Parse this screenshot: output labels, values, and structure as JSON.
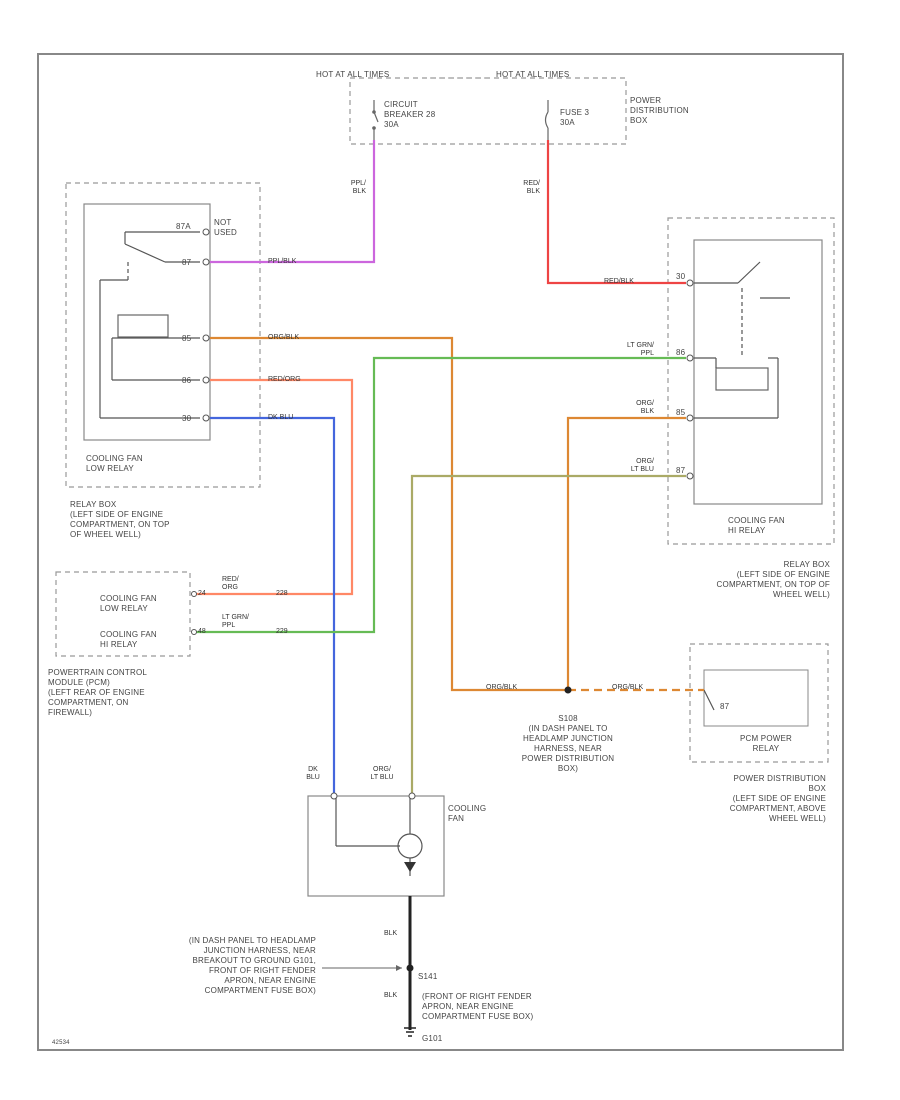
{
  "power": {
    "hot_1": "HOT AT ALL TIMES",
    "hot_2": "HOT AT ALL TIMES",
    "cb_label": "CIRCUIT\nBREAKER 28\n30A",
    "fuse_label": "FUSE 3\n30A",
    "pdb_label": "POWER\nDISTRIBUTION\nBOX"
  },
  "wires": {
    "ppl_blk_top": "PPL/\nBLK",
    "red_blk_top": "RED/\nBLK",
    "ppl_blk": "PPL/BLK",
    "red_blk": "RED/BLK",
    "org_blk": "ORG/BLK",
    "red_org": "RED/ORG",
    "dk_blu": "DK BLU",
    "lt_grn_ppl": "LT GRN/\nPPL",
    "org_blk_r": "ORG/\nBLK",
    "org_ltblu_r": "ORG/\nLT BLU",
    "red_org_pcm": "RED/\nORG",
    "ltgrn_ppl_pcm": "LT GRN/\nPPL",
    "org_blk_s": "ORG/BLK",
    "org_blk_s2": "ORG/BLK",
    "dk_blu_fan": "DK\nBLU",
    "org_ltblu_fan": "ORG/\nLT BLU",
    "blk_1": "BLK",
    "blk_2": "BLK"
  },
  "low_relay": {
    "title": "COOLING FAN\nLOW RELAY",
    "not_used": "NOT\nUSED",
    "pins": [
      "87A",
      "87",
      "85",
      "86",
      "30"
    ],
    "location": "RELAY BOX\n(LEFT SIDE OF ENGINE\nCOMPARTMENT, ON TOP\nOF WHEEL WELL)"
  },
  "hi_relay": {
    "title": "COOLING FAN\nHI RELAY",
    "pins": [
      "30",
      "86",
      "85",
      "87"
    ],
    "location": "RELAY BOX\n(LEFT SIDE OF ENGINE\nCOMPARTMENT, ON TOP OF\nWHEEL WELL)"
  },
  "pcm": {
    "low_label": "COOLING FAN\nLOW RELAY",
    "hi_label": "COOLING FAN\nHI RELAY",
    "pin_low": "24",
    "pin_hi": "48",
    "ckt_low": "228",
    "ckt_hi": "229",
    "location": "POWERTRAIN CONTROL\nMODULE (PCM)\n(LEFT REAR OF ENGINE\nCOMPARTMENT, ON\nFIREWALL)"
  },
  "splice": {
    "id": "S108",
    "desc": "(IN DASH PANEL TO\nHEADLAMP JUNCTION\nHARNESS, NEAR\nPOWER DISTRIBUTION\nBOX)"
  },
  "pcm_power_relay": {
    "title": "PCM POWER\nRELAY",
    "pin": "87",
    "location": "POWER DISTRIBUTION\nBOX\n(LEFT SIDE OF ENGINE\nCOMPARTMENT, ABOVE\nWHEEL WELL)"
  },
  "fan": {
    "title": "COOLING\nFAN"
  },
  "ground": {
    "splice": "S141",
    "splice_desc": "(IN DASH PANEL TO HEADLAMP\nJUNCTION HARNESS, NEAR\nBREAKOUT TO GROUND G101,\nFRONT OF RIGHT FENDER\nAPRON, NEAR ENGINE\nCOMPARTMENT FUSE BOX)",
    "gnd_desc": "(FRONT OF RIGHT FENDER\nAPRON, NEAR ENGINE\nCOMPARTMENT FUSE BOX)",
    "gnd_id": "G101"
  },
  "diagram_id": "42534",
  "colors": {
    "purple": "#cc66dd",
    "red": "#ee4444",
    "orange": "#dd8833",
    "salmon": "#ff8866",
    "blue": "#4466dd",
    "green": "#66bb55",
    "tan": "#aaaa66",
    "black": "#222222"
  }
}
